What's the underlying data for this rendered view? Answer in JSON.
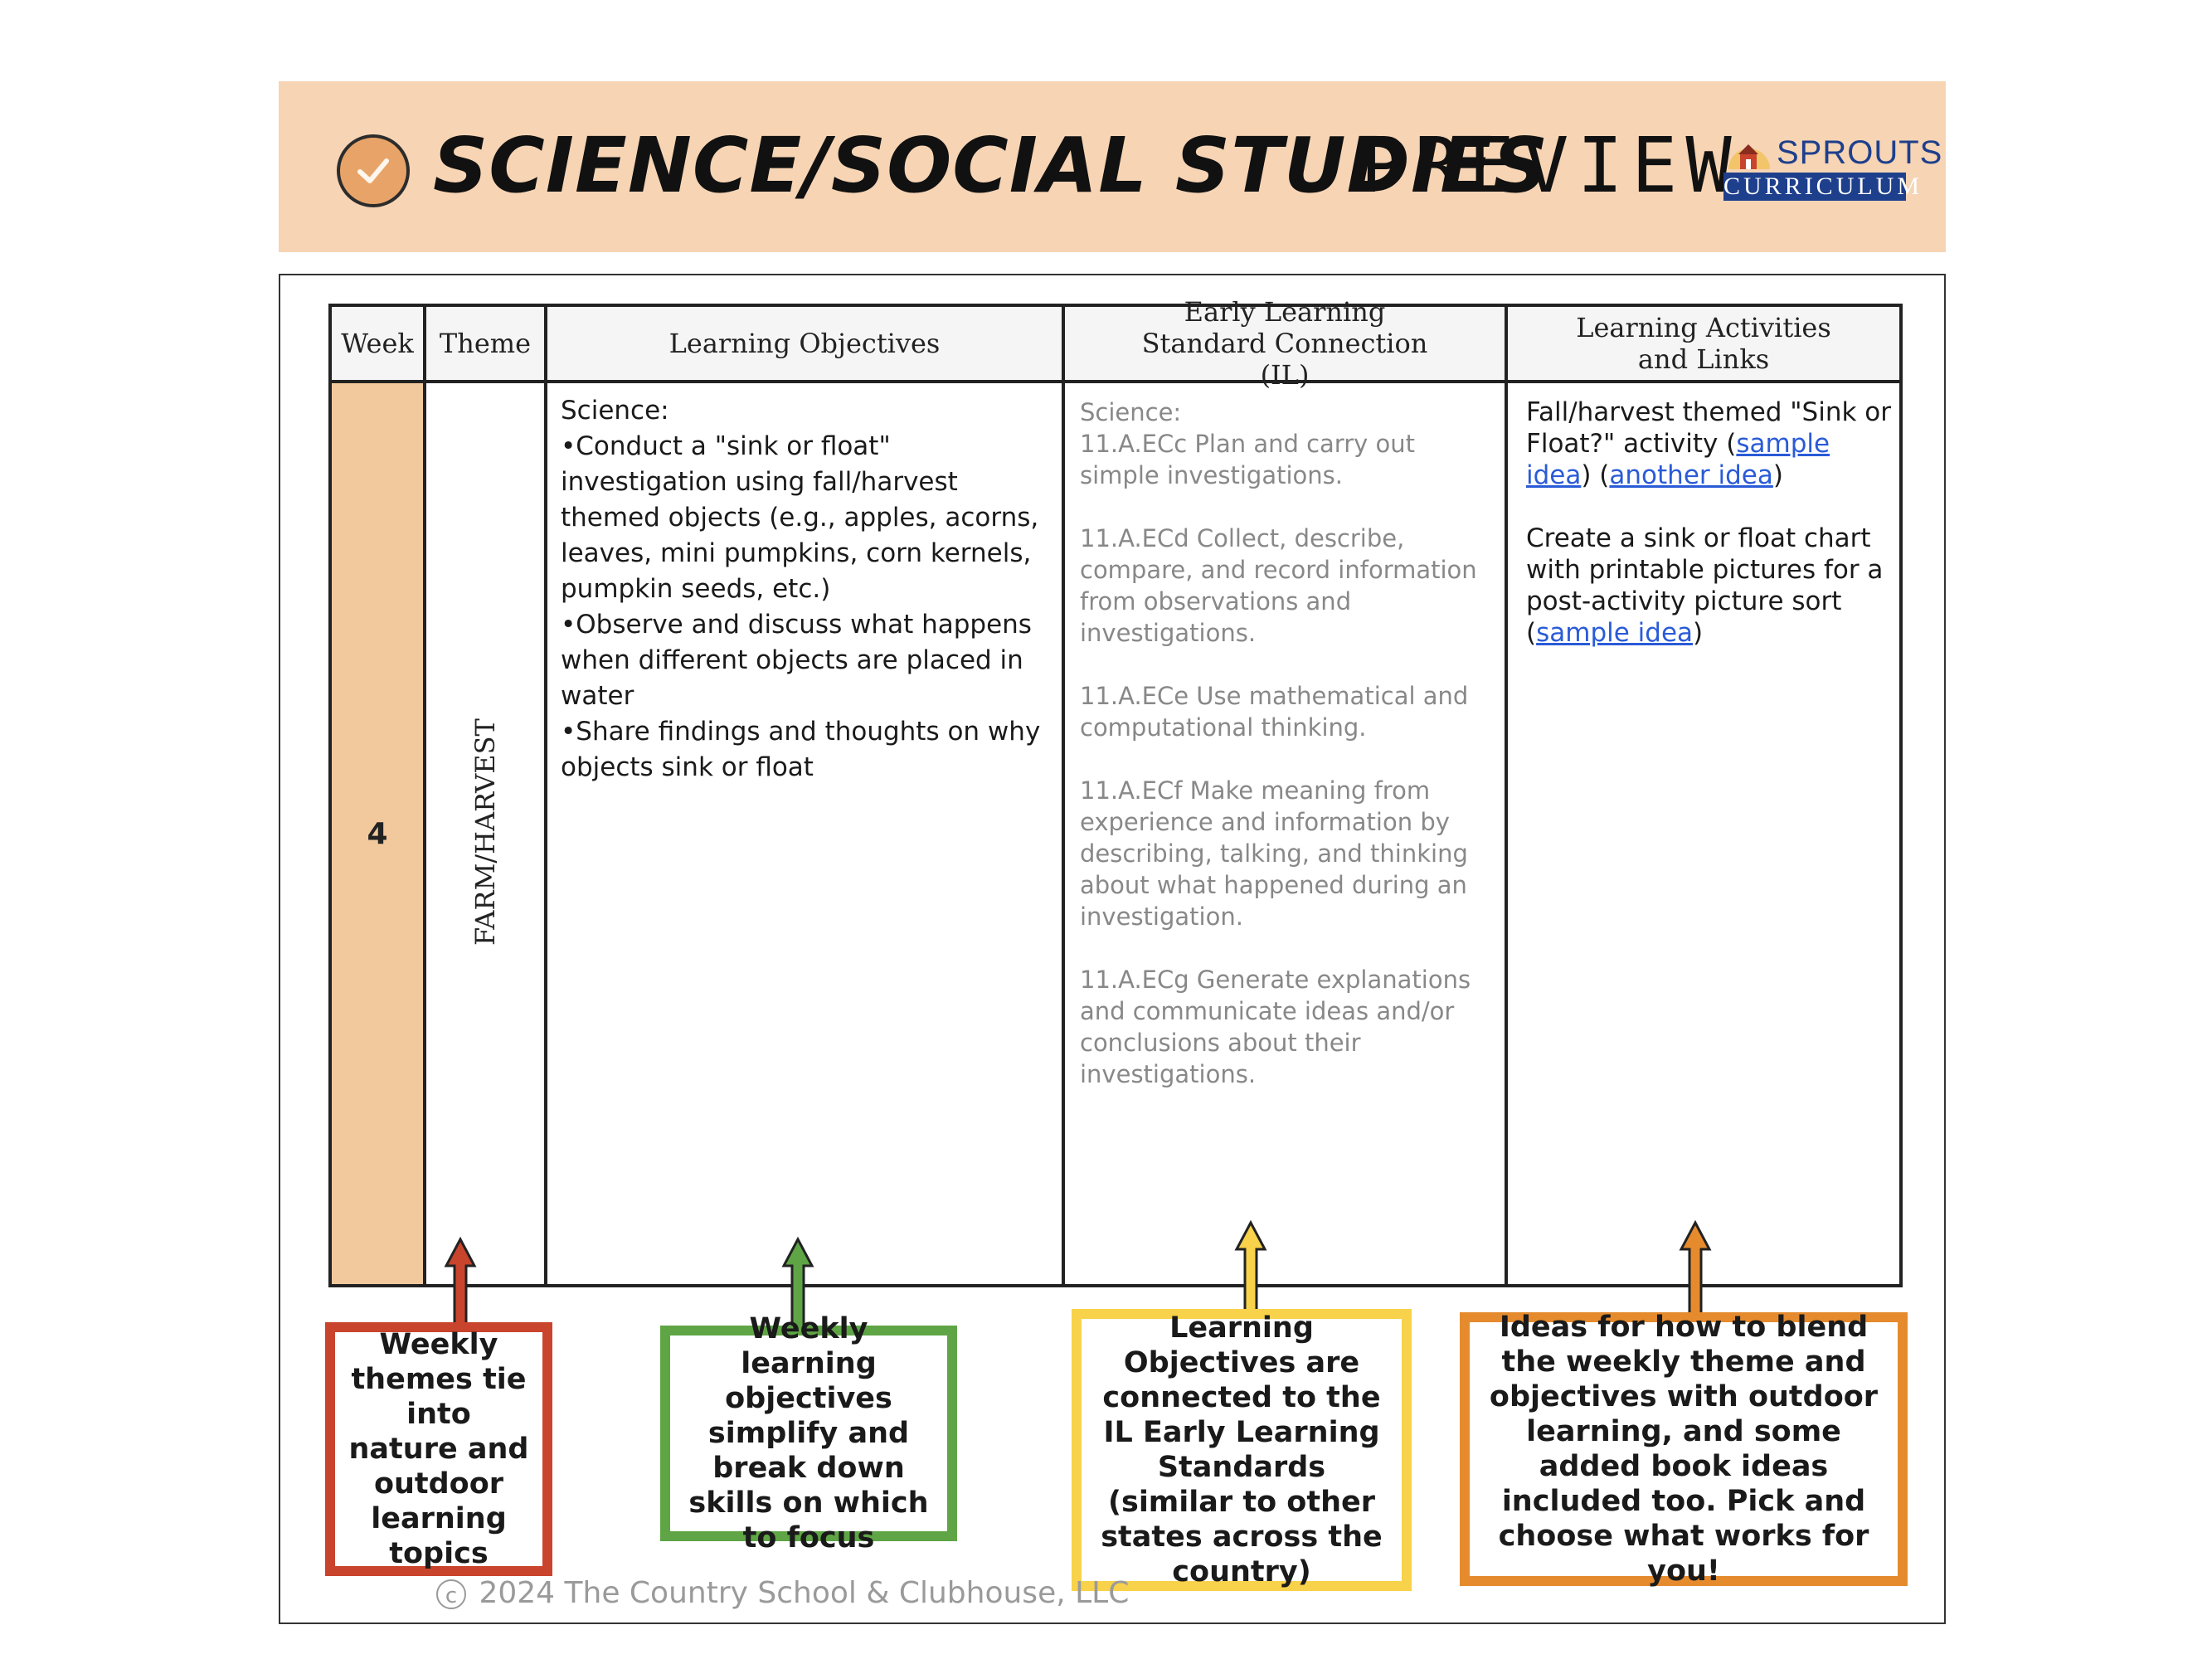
{
  "banner": {
    "title": "SCIENCE/SOCIAL STUDIES",
    "subtitle": "PREVIEW",
    "logo_top": "SPROUTS",
    "logo_bottom": "CURRICULUM",
    "check_icon": "check-circle-icon"
  },
  "table": {
    "headers": {
      "week": "Week",
      "theme": "Theme",
      "objectives": "Learning Objectives",
      "standards": "Early Learning Standard Connection (IL)",
      "activities": "Learning Activities and Links"
    },
    "row": {
      "week": "4",
      "theme": "FARM/HARVEST",
      "objectives": {
        "heading": "Science:",
        "bullets": [
          "•Conduct a \"sink or float\" investigation using fall/harvest themed objects (e.g., apples, acorns, leaves, mini pumpkins, corn kernels, pumpkin seeds, etc.)",
          "•Observe and discuss what happens when different objects are placed in water",
          "•Share findings and thoughts on why objects sink or float"
        ]
      },
      "standards": {
        "heading": "Science:",
        "items": [
          "11.A.ECc Plan and carry out simple investigations.",
          "11.A.ECd Collect, describe, compare, and record information from observations and investigations.",
          "11.A.ECe Use mathematical and computational thinking.",
          "11.A.ECf Make meaning from experience and information by describing, talking, and thinking about what happened during an investigation.",
          "11.A.ECg Generate explanations and communicate ideas and/or conclusions about their investigations."
        ]
      },
      "activities": {
        "p1_text": "Fall/harvest themed \"Sink or Float?\" activity",
        "p1_open": "(",
        "p1_link1": "sample idea",
        "p1_mid": ") (",
        "p1_link2": "another idea",
        "p1_close": ")",
        "p2_text": "Create a sink or float chart with printable pictures for a post-activity picture sort",
        "p2_open": "(",
        "p2_link": "sample idea",
        "p2_close": ")"
      }
    }
  },
  "callouts": {
    "red": "Weekly themes tie into nature and outdoor learning topics",
    "green": "Weekly learning objectives simplify and break down skills on which to focus",
    "yellow": "Learning Objectives are connected to the IL Early Learning Standards (similar to other states across the country)",
    "orange": "Ideas for how to blend the weekly theme and objectives with outdoor learning, and some added book ideas included too. Pick and choose what works for you!"
  },
  "colors": {
    "banner_bg": "#f6d4b4",
    "week_fill": "#f2c99d",
    "red": "#c9442c",
    "green": "#5fa546",
    "yellow": "#f7d24a",
    "orange": "#e58b2e",
    "link": "#2a5bd7"
  },
  "footer": {
    "copyright_symbol": "c",
    "copyright": "2024 The Country School & Clubhouse, LLC"
  }
}
